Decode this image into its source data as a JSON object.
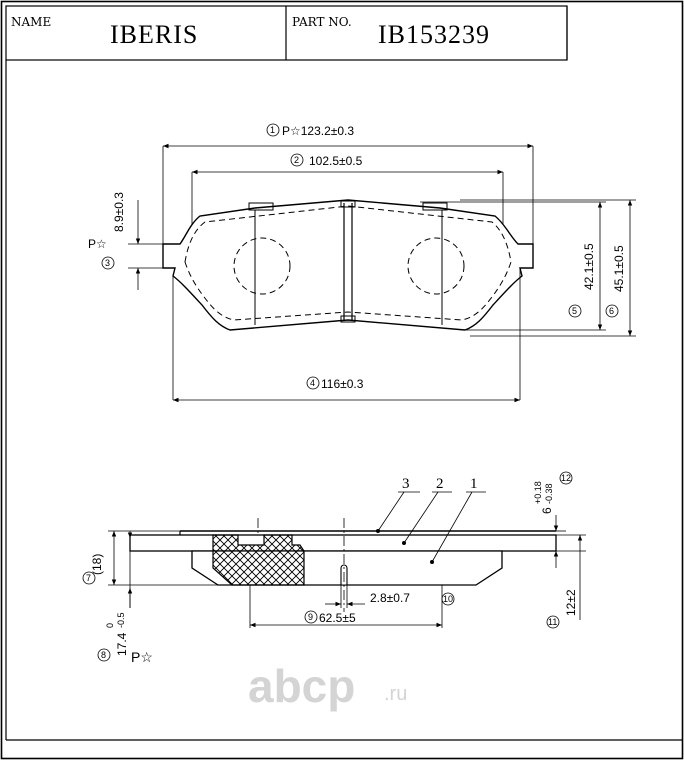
{
  "header": {
    "name_label": "NAME",
    "name_value": "IBERIS",
    "part_label": "PART NO.",
    "part_value": "IB153239"
  },
  "top_view": {
    "d1_circle": "1",
    "d1_text": "P☆123.2±0.3",
    "d2_circle": "2",
    "d2_text": "102.5±0.5",
    "d3_circle": "3",
    "d3_text": "8.9±0.3",
    "p_mark": "P☆",
    "d4_circle": "4",
    "d4_text": "116±0.3",
    "d5_circle": "5",
    "d5_text": "42.1±0.5",
    "d6_circle": "6",
    "d6_text": "45.1±0.5"
  },
  "side_view": {
    "layer3": "3",
    "layer2": "2",
    "layer1": "1",
    "d7_circle": "7",
    "d7_text": "(18)",
    "d8_circle": "8",
    "d8_text_main": "17.4",
    "d8_tol_upper": "0",
    "d8_tol_lower": "-0.5",
    "p_mark": "P☆",
    "d9_circle": "9",
    "d9_text": "62.5±5",
    "d10_circle": "10",
    "d10_text": "2.8±0.7",
    "d11_circle": "11",
    "d11_text": "12±2",
    "d12_circle": "12",
    "d12_text_main": "6",
    "d12_tol_upper": "+0.18",
    "d12_tol_lower": "-0.38"
  },
  "watermark": {
    "brand": "abcp",
    "tld": ".ru",
    "color": "#d4d4d4"
  }
}
